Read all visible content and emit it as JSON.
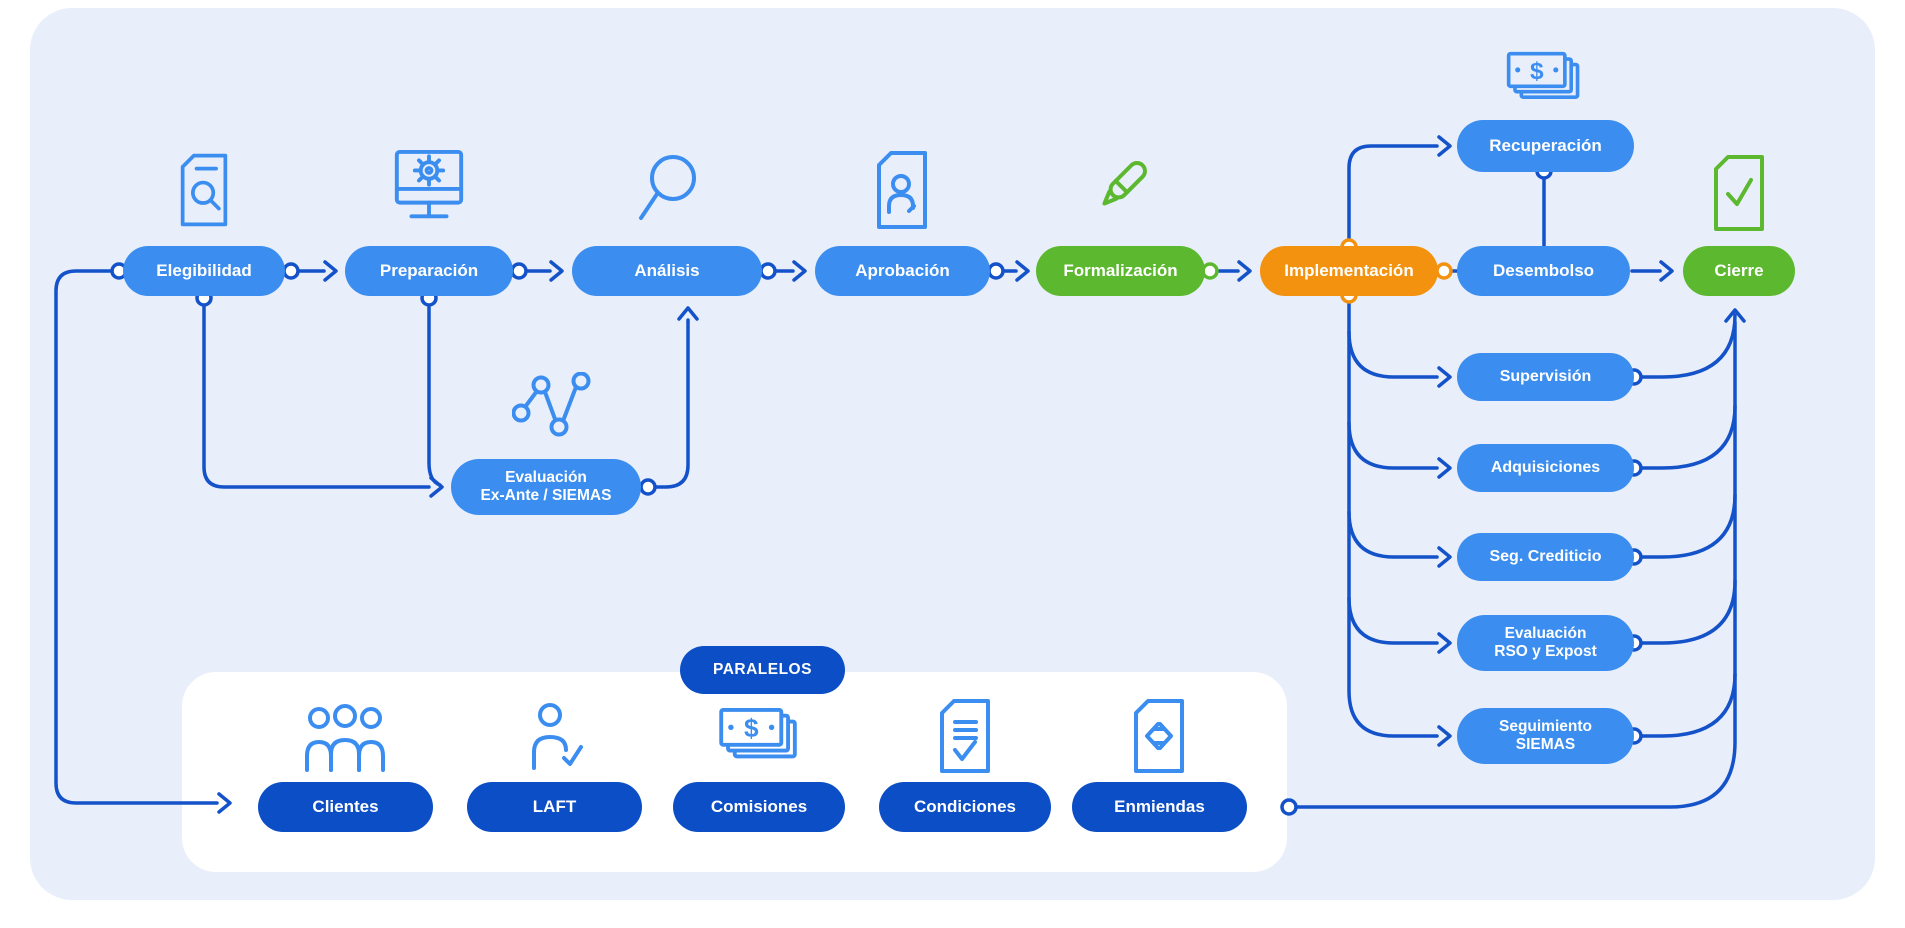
{
  "palette": {
    "page_background": "#ffffff",
    "canvas_background": "#e9eefb",
    "node_blue": "#3b8ef0",
    "node_green": "#5cb92f",
    "node_orange": "#f2920f",
    "node_dark_blue": "#0c4ec5",
    "connector_line": "#1452c9",
    "icon_blue": "#3b8ef0",
    "icon_green": "#5cb92f",
    "text_on_node": "#ffffff"
  },
  "flow": {
    "main_steps": [
      {
        "label": "Elegibilidad",
        "color": "blue",
        "icon": "document-search-icon"
      },
      {
        "label": "Preparación",
        "color": "blue",
        "icon": "monitor-gear-icon"
      },
      {
        "label": "Análisis",
        "color": "blue",
        "icon": "magnifier-icon"
      },
      {
        "label": "Aprobación",
        "color": "blue",
        "icon": "document-person-icon"
      },
      {
        "label": "Formalización",
        "color": "green",
        "icon": "pen-icon"
      },
      {
        "label": "Implementación",
        "color": "orange",
        "icon": null
      },
      {
        "label": "Desembolso",
        "color": "blue",
        "icon": "money-bills-icon"
      },
      {
        "label": "Cierre",
        "color": "green",
        "icon": "document-check-icon"
      }
    ],
    "evaluation_node": {
      "line1": "Evaluación",
      "line2": "Ex-Ante / SIEMAS",
      "icon": "node-graph-icon"
    },
    "implementation_branches": [
      {
        "label1": "Recuperación"
      },
      {
        "label1": "Supervisión"
      },
      {
        "label1": "Adquisiciones"
      },
      {
        "label1": "Seg. Crediticio"
      },
      {
        "label1": "Evaluación",
        "label2": "RSO y Expost"
      },
      {
        "label1": "Seguimiento",
        "label2": "SIEMAS"
      }
    ]
  },
  "paralelos": {
    "title": "PARALELOS",
    "items": [
      {
        "label": "Clientes",
        "icon": "people-group-icon"
      },
      {
        "label": "LAFT",
        "icon": "person-check-icon"
      },
      {
        "label": "Comisiones",
        "icon": "money-bills-icon"
      },
      {
        "label": "Condiciones",
        "icon": "document-checklist-icon"
      },
      {
        "label": "Enmiendas",
        "icon": "document-swap-icon"
      }
    ]
  },
  "icons": {
    "money_symbol": "$"
  }
}
